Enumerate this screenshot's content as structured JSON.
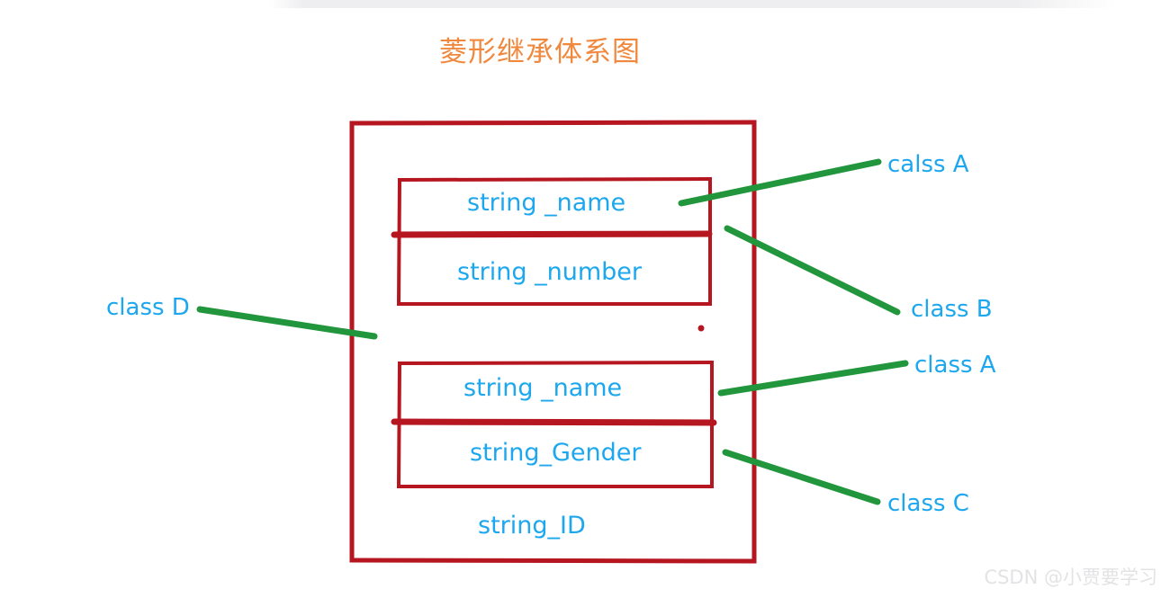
{
  "title": "菱形继承体系图",
  "colors": {
    "title": "#f0883e",
    "box_border": "#b5161f",
    "field_text": "#1ca7ee",
    "annotation_line": "#21963c",
    "watermark": "#e3e3e5",
    "background": "#ffffff"
  },
  "outer_box": {
    "name": "class-d-container"
  },
  "boxes": [
    {
      "name": "upper-class-box",
      "fields": [
        {
          "id": "field-name-a",
          "text": "string _name"
        },
        {
          "id": "field-number-a",
          "text": "string _number"
        }
      ]
    },
    {
      "name": "lower-class-box",
      "fields": [
        {
          "id": "field-name-b",
          "text": "string _name"
        },
        {
          "id": "field-gender-b",
          "text": "string_Gender"
        }
      ]
    }
  ],
  "standalone_fields": [
    {
      "id": "field-id",
      "text": "string_ID"
    }
  ],
  "annotations": [
    {
      "id": "label-class-d",
      "text": "class D",
      "side": "left",
      "target": "outer box left edge"
    },
    {
      "id": "label-calss-a",
      "text": "calss A",
      "side": "right",
      "target": "upper box row 1 (string _name)"
    },
    {
      "id": "label-class-b",
      "text": "class B",
      "side": "right",
      "target": "upper box row 2 (string _number)"
    },
    {
      "id": "label-class-a",
      "text": "class A",
      "side": "right",
      "target": "lower box row 1 (string _name)"
    },
    {
      "id": "label-class-c",
      "text": "class C",
      "side": "right",
      "target": "lower box row 2 (string_Gender)"
    }
  ],
  "watermark": "CSDN @小贾要学习"
}
